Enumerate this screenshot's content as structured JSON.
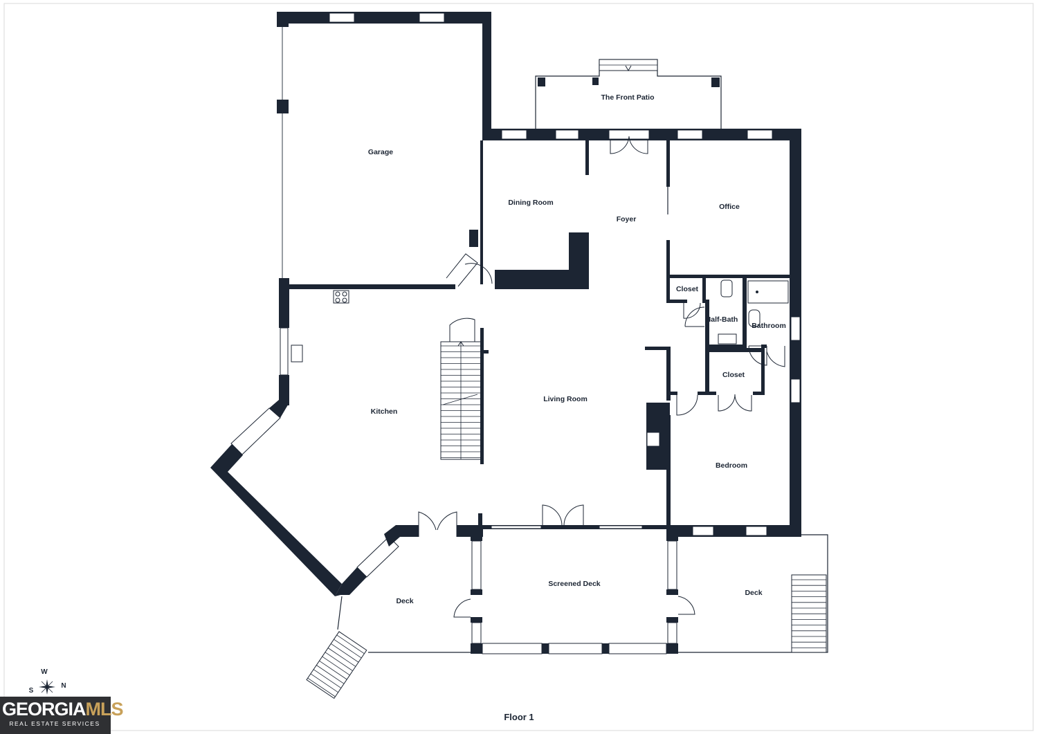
{
  "floor": {
    "label": "Floor 1"
  },
  "rooms": [
    {
      "name": "Garage"
    },
    {
      "name": "The Front Patio"
    },
    {
      "name": "Dining Room"
    },
    {
      "name": "Foyer"
    },
    {
      "name": "Office"
    },
    {
      "name": "Closet"
    },
    {
      "name": "Half-Bath"
    },
    {
      "name": "Bathroom"
    },
    {
      "name": "Closet"
    },
    {
      "name": "Kitchen"
    },
    {
      "name": "Living Room"
    },
    {
      "name": "Bedroom"
    },
    {
      "name": "Screened Deck"
    },
    {
      "name": "Deck"
    },
    {
      "name": "Deck"
    }
  ],
  "compass": {
    "w": "W",
    "s": "S",
    "n": "N"
  },
  "logo": {
    "brand_a": "GEORGIA",
    "brand_b": "MLS",
    "tagline": "REAL ESTATE SERVICES"
  },
  "colors": {
    "wall": "#1c2533",
    "logo_bg": "#2f3033",
    "logo_accent": "#c8a15a"
  }
}
